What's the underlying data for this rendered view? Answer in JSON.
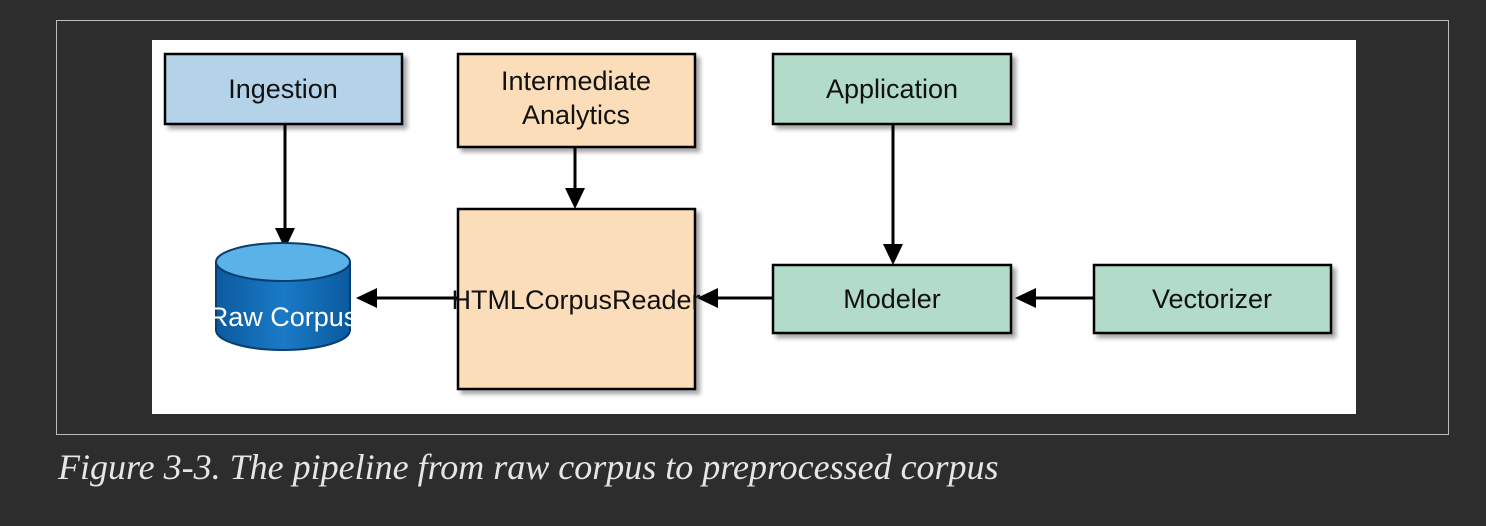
{
  "diagram": {
    "nodes": {
      "ingestion": {
        "label": "Ingestion",
        "color": "#b4d3e9"
      },
      "intermediate_analytics": {
        "label_line1": "Intermediate",
        "label_line2": "Analytics",
        "color": "#fcddb9"
      },
      "application": {
        "label": "Application",
        "color": "#b2dcc9"
      },
      "raw_corpus": {
        "label": "Raw Corpus",
        "color": "#0f6cb5"
      },
      "html_corpus_reader": {
        "label": "HTMLCorpusReader",
        "color": "#fcddb9"
      },
      "modeler": {
        "label": "Modeler",
        "color": "#b2dcc9"
      },
      "vectorizer": {
        "label": "Vectorizer",
        "color": "#b2dcc9"
      }
    },
    "edges": [
      {
        "from": "Ingestion",
        "to": "Raw Corpus"
      },
      {
        "from": "Intermediate Analytics",
        "to": "HTMLCorpusReader"
      },
      {
        "from": "Application",
        "to": "Modeler"
      },
      {
        "from": "HTMLCorpusReader",
        "to": "Raw Corpus"
      },
      {
        "from": "Modeler",
        "to": "HTMLCorpusReader"
      },
      {
        "from": "Vectorizer",
        "to": "Modeler"
      }
    ]
  },
  "caption": "Figure 3-3. The pipeline from raw corpus to preprocessed corpus"
}
